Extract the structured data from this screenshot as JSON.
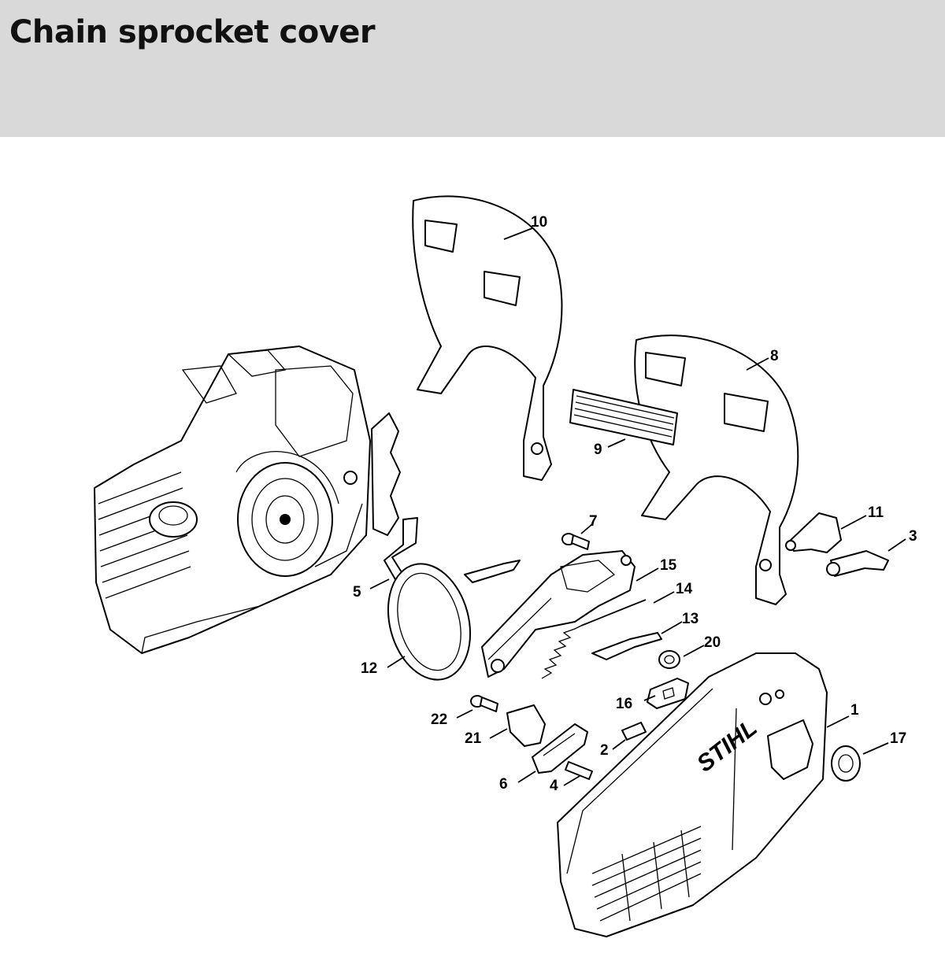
{
  "header": {
    "title": "Chain sprocket cover"
  },
  "diagram": {
    "brand_mark": "STIHL",
    "callouts": [
      {
        "id": "callout-1",
        "label": "1"
      },
      {
        "id": "callout-2",
        "label": "2"
      },
      {
        "id": "callout-3",
        "label": "3"
      },
      {
        "id": "callout-4",
        "label": "4"
      },
      {
        "id": "callout-5",
        "label": "5"
      },
      {
        "id": "callout-6",
        "label": "6"
      },
      {
        "id": "callout-7",
        "label": "7"
      },
      {
        "id": "callout-8",
        "label": "8"
      },
      {
        "id": "callout-9",
        "label": "9"
      },
      {
        "id": "callout-10",
        "label": "10"
      },
      {
        "id": "callout-11",
        "label": "11"
      },
      {
        "id": "callout-12",
        "label": "12"
      },
      {
        "id": "callout-13",
        "label": "13"
      },
      {
        "id": "callout-14",
        "label": "14"
      },
      {
        "id": "callout-15",
        "label": "15"
      },
      {
        "id": "callout-16",
        "label": "16"
      },
      {
        "id": "callout-17",
        "label": "17"
      },
      {
        "id": "callout-20",
        "label": "20"
      },
      {
        "id": "callout-21",
        "label": "21"
      },
      {
        "id": "callout-22",
        "label": "22"
      }
    ]
  }
}
